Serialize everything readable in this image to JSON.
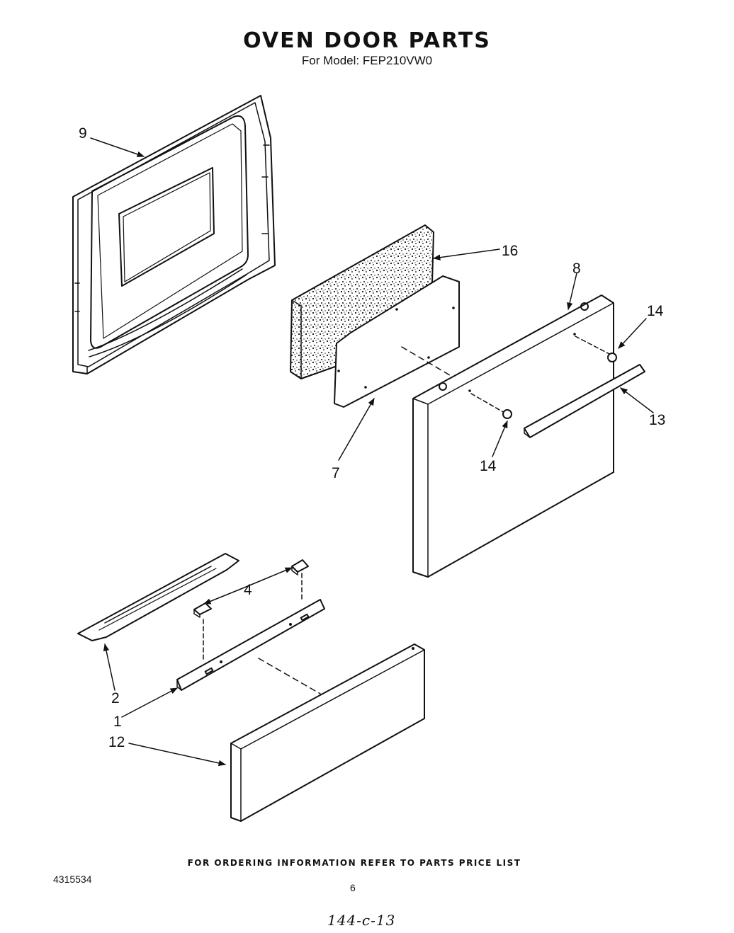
{
  "header": {
    "title": "OVEN DOOR PARTS",
    "subtitle": "For Model: FEP210VW0"
  },
  "callouts": {
    "c9": "9",
    "c16": "16",
    "c8": "8",
    "c14_upper": "14",
    "c13": "13",
    "c14_lower": "14",
    "c7": "7",
    "c4": "4",
    "c2": "2",
    "c1": "1",
    "c12": "12"
  },
  "footer": {
    "ordering_note": "FOR ORDERING INFORMATION REFER TO PARTS PRICE LIST",
    "document_number": "4315534",
    "page_number": "6",
    "handwritten_code": "144-c-13"
  }
}
